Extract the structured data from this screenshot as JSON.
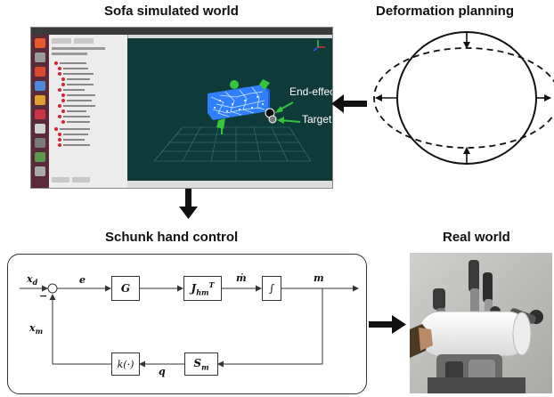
{
  "titles": {
    "sofa": "Sofa simulated world",
    "deformation": "Deformation planning",
    "schunk": "Schunk hand control",
    "real": "Real world"
  },
  "sofa_labels": {
    "end_effector": "End-effector",
    "target": "Target"
  },
  "control": {
    "blocks": {
      "gain": "G",
      "jacobian": "J",
      "jacobian_sub": "hm",
      "jacobian_sup": "T",
      "integrator": "∫",
      "stiffness": "k(·)",
      "selection": "S",
      "selection_sub": "m"
    },
    "signals": {
      "xd": "x",
      "xd_sub": "d",
      "minus": "−",
      "error": "e",
      "mdot": "ṁ",
      "m": "m",
      "xm": "x",
      "xm_sub": "m",
      "q": "q"
    }
  },
  "colors": {
    "arrow": "#111111",
    "sim_background": "#0e3b3a",
    "mesh": "#2f7fff",
    "marker_green": "#36c43a"
  }
}
